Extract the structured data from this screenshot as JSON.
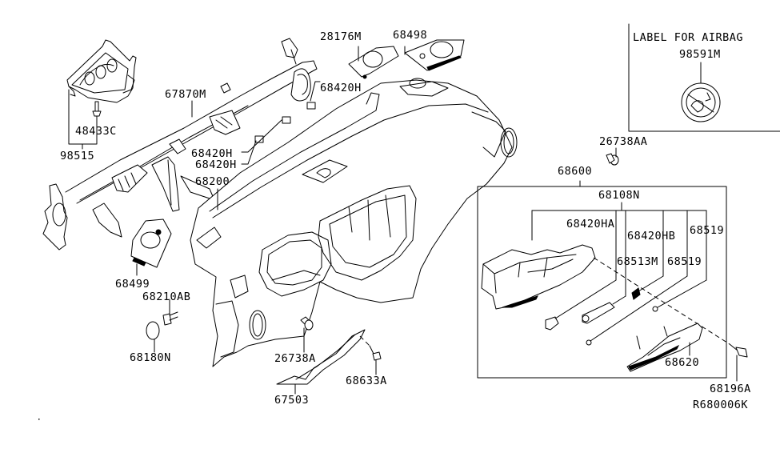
{
  "diagram": {
    "title": "Instrument Panel, Pad & Cluster Lid",
    "reference_code": "R680006K",
    "airbag_label_box": {
      "title": "LABEL FOR AIRBAG",
      "part_number": "98591M"
    },
    "parts": {
      "p98515": "98515",
      "p48433C": "48433C",
      "p67870M": "67870M",
      "p28176M": "28176M",
      "p68498": "68498",
      "p68420H_top": "68420H",
      "p68420H_a": "68420H",
      "p68420H_b": "68420H",
      "p68200": "68200",
      "p68499": "68499",
      "p68210AB": "68210AB",
      "p68180N": "68180N",
      "p26738A": "26738A",
      "p68633A": "68633A",
      "p67503": "67503",
      "p26738AA": "26738AA",
      "p68600": "68600",
      "p68108N": "68108N",
      "p68420HA": "68420HA",
      "p68420HB": "68420HB",
      "p68519_a": "68519",
      "p68513M": "68513M",
      "p68519_b": "68519",
      "p68620": "68620",
      "p68196A": "68196A"
    }
  }
}
